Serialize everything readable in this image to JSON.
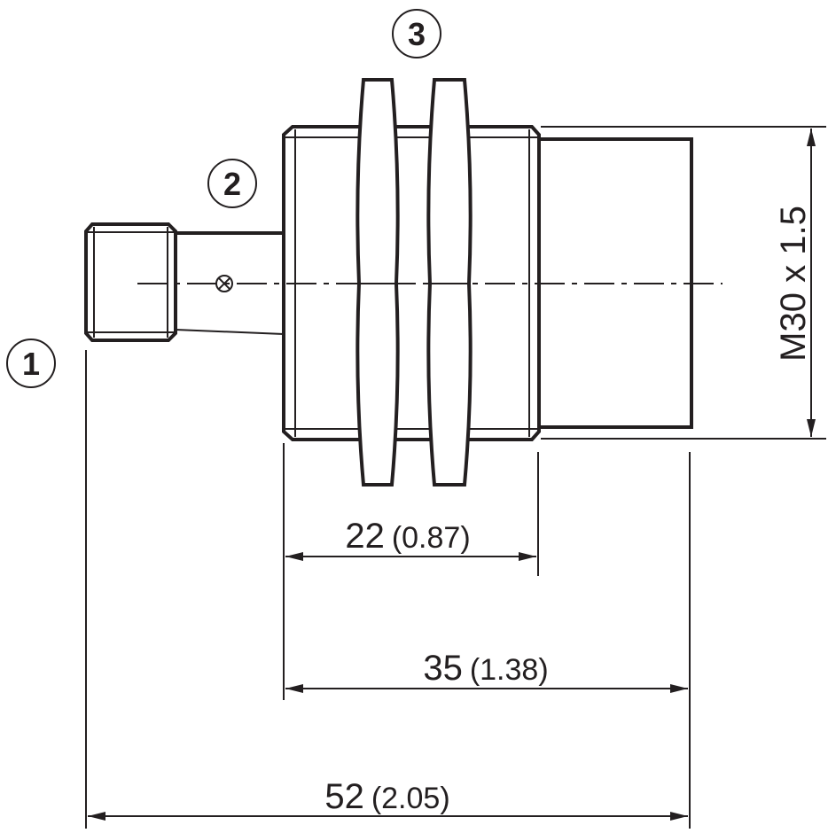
{
  "callouts": [
    "1",
    "2",
    "3"
  ],
  "dimensions": {
    "d22": {
      "mm": "22",
      "inch": "(0.87)"
    },
    "d35": {
      "mm": "35",
      "inch": "(1.38)"
    },
    "d52": {
      "mm": "52",
      "inch": "(2.05)"
    },
    "thread": "M30 x 1.5"
  },
  "colors": {
    "line": "#231f20",
    "background": "#ffffff"
  }
}
